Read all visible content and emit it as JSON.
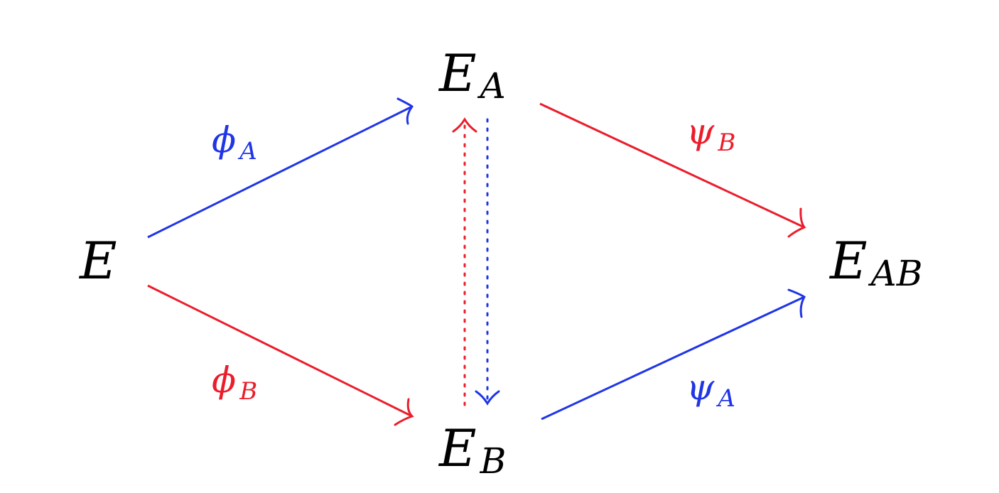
{
  "colors": {
    "blue": "#1f35e6",
    "red": "#eb1d2b",
    "black": "#000000"
  },
  "nodes": {
    "E": {
      "main": "E",
      "sub": ""
    },
    "EA": {
      "main": "E",
      "sub": "A"
    },
    "EB": {
      "main": "E",
      "sub": "B"
    },
    "EAB": {
      "main": "E",
      "sub": "AB"
    }
  },
  "arrows": {
    "phi_A": {
      "from": "E",
      "to": "E_A",
      "main": "ϕ",
      "sub": "A",
      "color": "#1f35e6",
      "style": "solid"
    },
    "phi_B": {
      "from": "E",
      "to": "E_B",
      "main": "ϕ",
      "sub": "B",
      "color": "#eb1d2b",
      "style": "solid"
    },
    "psi_B": {
      "from": "E_A",
      "to": "E_AB",
      "main": "ψ",
      "sub": "B",
      "color": "#eb1d2b",
      "style": "solid"
    },
    "psi_A": {
      "from": "E_B",
      "to": "E_AB",
      "main": "ψ",
      "sub": "A",
      "color": "#1f35e6",
      "style": "solid"
    },
    "dotted_red": {
      "from": "E_B",
      "to": "E_A",
      "color": "#eb1d2b",
      "style": "dotted"
    },
    "dotted_blue": {
      "from": "E_A",
      "to": "E_B",
      "color": "#1f35e6",
      "style": "dotted"
    }
  }
}
